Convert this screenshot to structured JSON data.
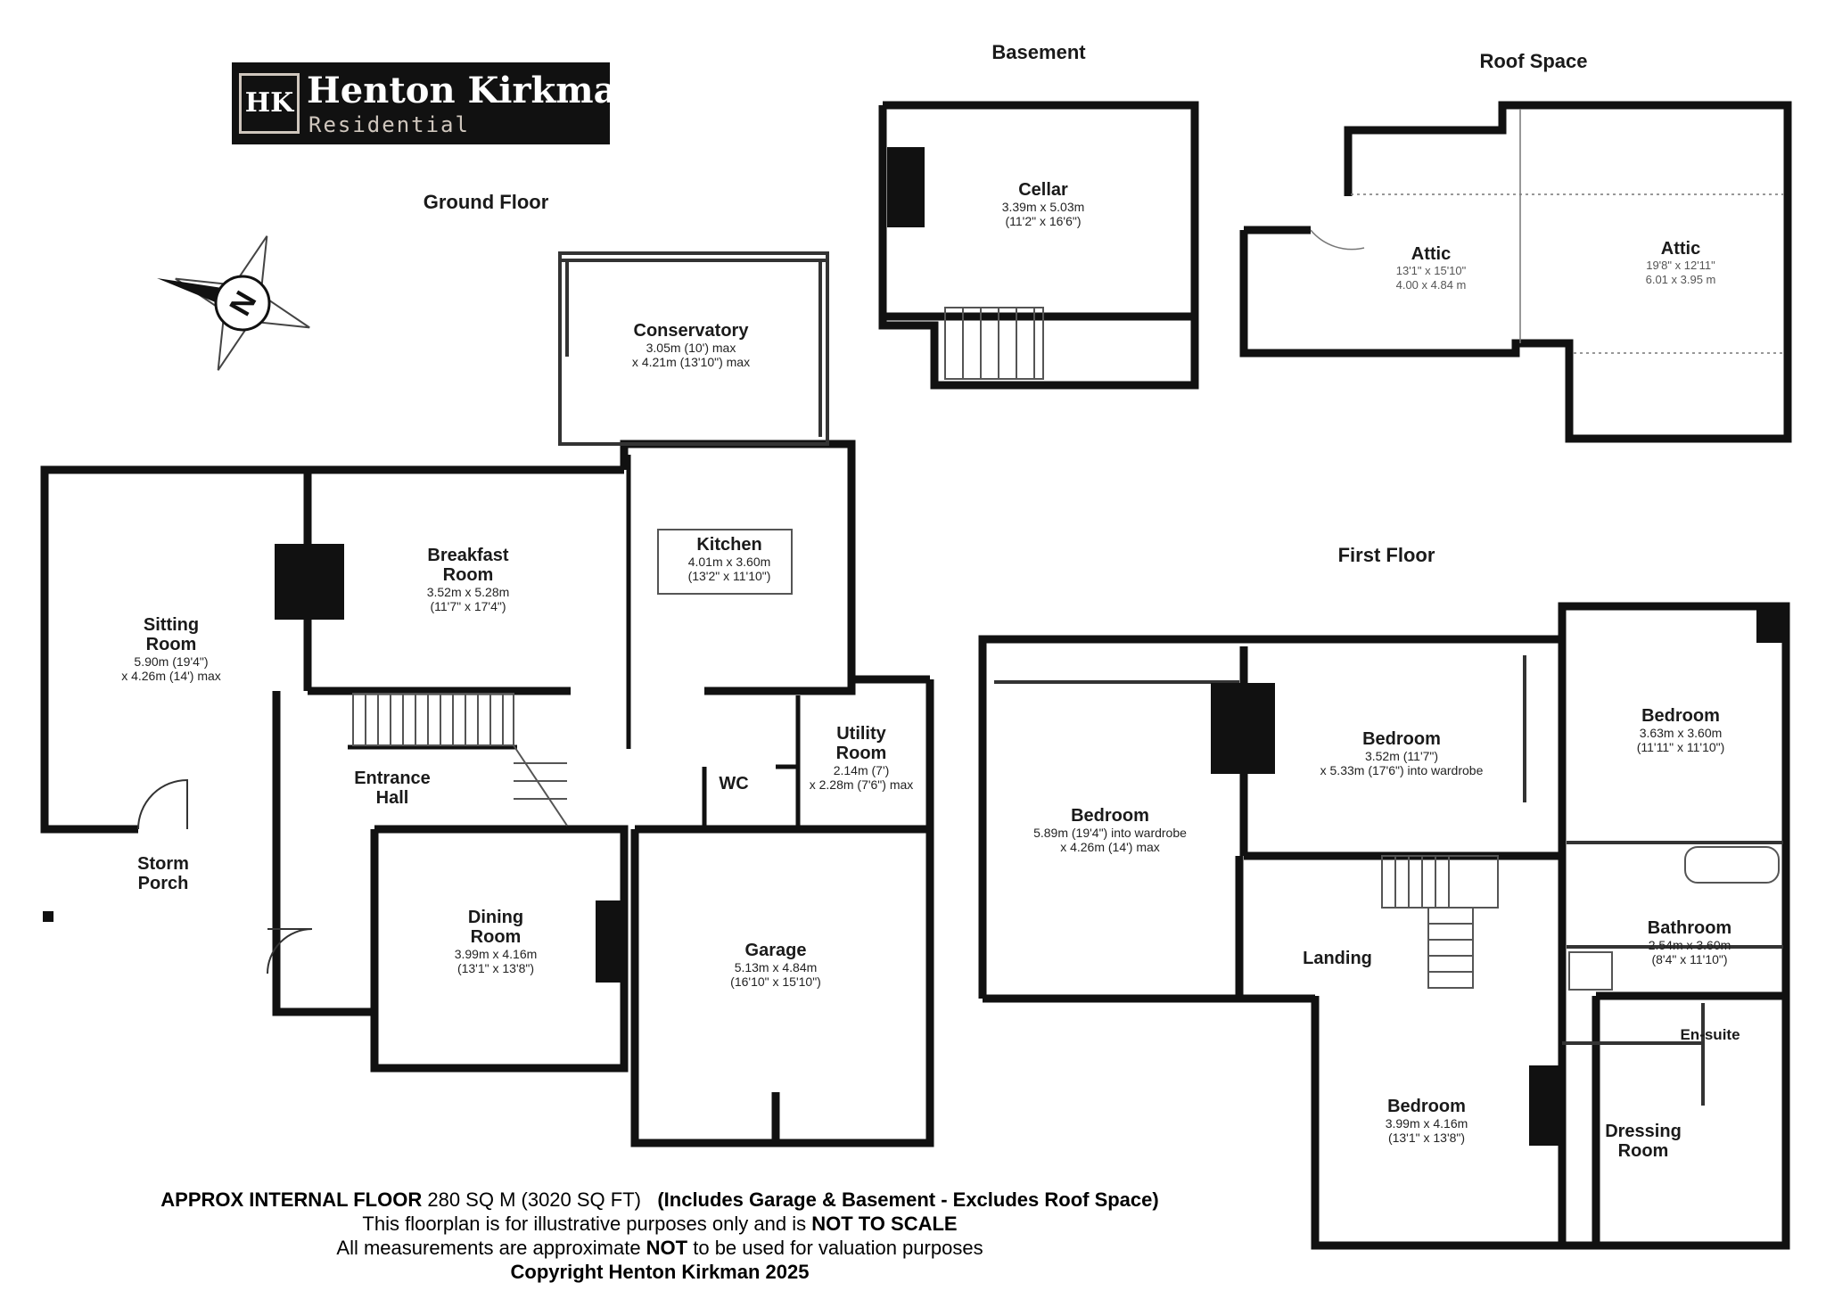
{
  "brand": {
    "initials": "HK",
    "name": "Henton Kirkman",
    "sub": "Residential"
  },
  "headings": {
    "ground": "Ground Floor",
    "basement": "Basement",
    "roof": "Roof Space",
    "first": "First Floor"
  },
  "compass": {
    "letter": "N"
  },
  "rooms": {
    "conservatory": {
      "name": "Conservatory",
      "d1": "3.05m (10') max",
      "d2": "x 4.21m (13'10\") max"
    },
    "breakfast": {
      "name1": "Breakfast",
      "name2": "Room",
      "d1": "3.52m x 5.28m",
      "d2": "(11'7\" x 17'4\")"
    },
    "kitchen": {
      "name": "Kitchen",
      "d1": "4.01m x 3.60m",
      "d2": "(13'2\" x 11'10\")"
    },
    "sitting": {
      "name1": "Sitting",
      "name2": "Room",
      "d1": "5.90m (19'4\")",
      "d2": "x 4.26m (14') max"
    },
    "entrance": {
      "name1": "Entrance",
      "name2": "Hall"
    },
    "porch": {
      "name1": "Storm",
      "name2": "Porch"
    },
    "utility": {
      "name1": "Utility",
      "name2": "Room",
      "d1": "2.14m (7')",
      "d2": "x 2.28m (7'6\") max"
    },
    "wc": {
      "name": "WC"
    },
    "dining": {
      "name1": "Dining",
      "name2": "Room",
      "d1": "3.99m x 4.16m",
      "d2": "(13'1\" x 13'8\")"
    },
    "garage": {
      "name": "Garage",
      "d1": "5.13m x 4.84m",
      "d2": "(16'10\" x 15'10\")"
    },
    "cellar": {
      "name": "Cellar",
      "d1": "3.39m x 5.03m",
      "d2": "(11'2\" x 16'6\")"
    },
    "attic1": {
      "name": "Attic",
      "d1": "13'1\" x 15'10\"",
      "d2": "4.00 x 4.84 m"
    },
    "attic2": {
      "name": "Attic",
      "d1": "19'8\" x 12'11\"",
      "d2": "6.01 x 3.95 m"
    },
    "bed_large": {
      "name": "Bedroom",
      "d1": "5.89m (19'4\") into wardrobe",
      "d2": "x 4.26m (14') max"
    },
    "bed_mid": {
      "name": "Bedroom",
      "d1": "3.52m (11'7\")",
      "d2": "x 5.33m (17'6\") into wardrobe"
    },
    "bed_right": {
      "name": "Bedroom",
      "d1": "3.63m x 3.60m",
      "d2": "(11'11\" x 11'10\")"
    },
    "bathroom": {
      "name": "Bathroom",
      "d1": "2.54m x 3.60m",
      "d2": "(8'4\" x 11'10\")"
    },
    "landing": {
      "name": "Landing"
    },
    "ensuite": {
      "name": "En-suite"
    },
    "bed_low": {
      "name": "Bedroom",
      "d1": "3.99m x 4.16m",
      "d2": "(13'1\" x 13'8\")"
    },
    "dressing": {
      "name1": "Dressing",
      "name2": "Room"
    }
  },
  "footer": {
    "l1a": "APPROX INTERNAL FLOOR",
    "l1b": " 280 SQ M (3020 SQ FT)   ",
    "l1c": "(Includes Garage & Basement - Excludes Roof Space)",
    "l2a": "This floorplan is for illustrative purposes only and is ",
    "l2b": "NOT TO SCALE",
    "l3a": "All measurements are approximate ",
    "l3b": "NOT",
    "l3c": " to be used for valuation purposes",
    "l4": "Copyright Henton Kirkman 2025"
  },
  "colors": {
    "wall": "#111111",
    "logo_bg": "#111111",
    "logo_accent": "#cfc6bd"
  }
}
